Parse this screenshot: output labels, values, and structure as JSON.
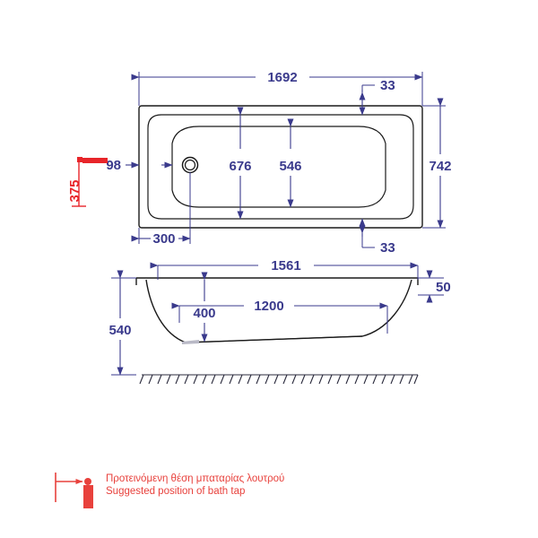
{
  "drawing": {
    "title": "Bath tub technical dimension drawing",
    "background_color": "#ffffff",
    "dimension_color": "#3a3a8c",
    "outline_color": "#1a1a1a",
    "accent_color": "#e8252a",
    "legend_text_color": "#e8413c"
  },
  "plan_view": {
    "name": "top-plan-view",
    "dimensions": {
      "overall_length": "1692",
      "rim_offset_top": "33",
      "rim_offset_bottom": "33",
      "overall_width": "742",
      "inner_width_rim": "676",
      "inner_width_bowl": "546",
      "wall_thickness": "98",
      "drain_offset": "300"
    }
  },
  "elevation_view": {
    "name": "side-elevation-view",
    "dimensions": {
      "rim_length": "1561",
      "rim_thickness": "50",
      "overall_height": "540",
      "base_offset": "400",
      "base_length": "1200"
    }
  },
  "tap_marker": {
    "name": "tap-position-marker",
    "dimension": "375"
  },
  "legend": {
    "greek": "Προτεινόμενη θέση μπαταρίας λουτρού",
    "english": "Suggested position of bath tap"
  }
}
